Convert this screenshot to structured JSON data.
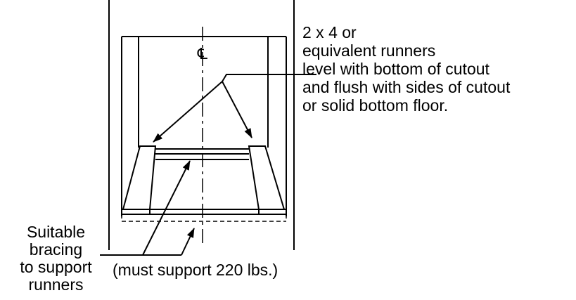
{
  "centerline_symbol": "℄",
  "runners_label": {
    "lines": [
      "2 x 4 or",
      "equivalent runners",
      "level with bottom of cutout",
      "and flush with sides of cutout",
      "or solid bottom floor."
    ]
  },
  "bracing_label": {
    "lines": [
      "Suitable",
      "bracing",
      "to support",
      "runners"
    ]
  },
  "support_note": "(must support 220 lbs.)",
  "colors": {
    "line": "#000000",
    "background": "#ffffff"
  }
}
